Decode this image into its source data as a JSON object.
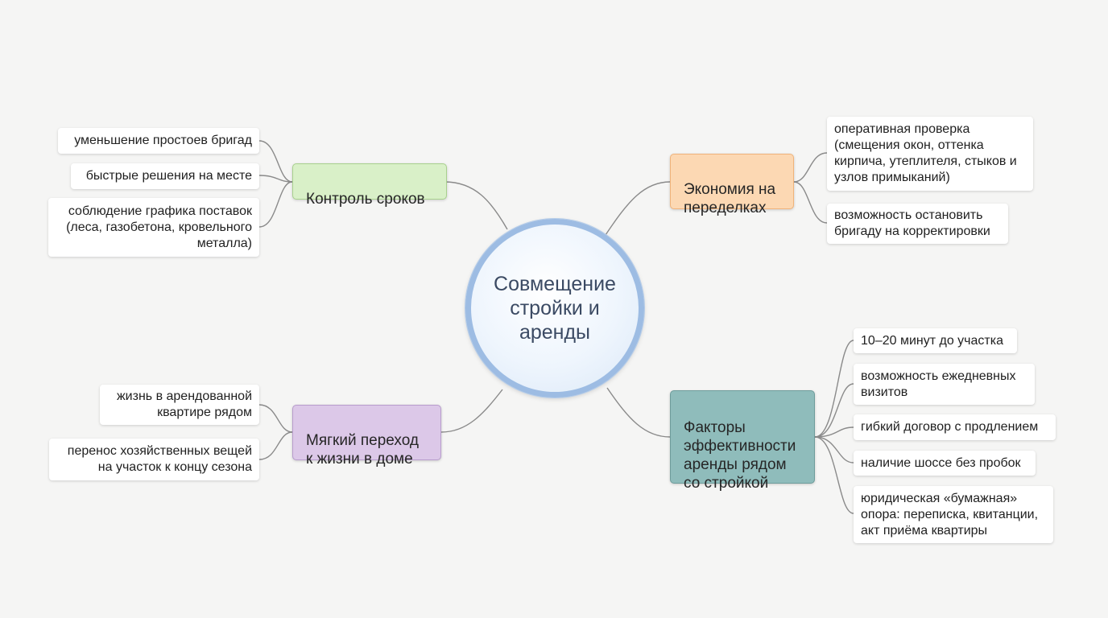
{
  "center": {
    "title": "Совмещение\nстройки и\nаренды",
    "border_color": "#9dbce3"
  },
  "branches": {
    "schedule": {
      "label": "Контроль сроков",
      "color": "#d9f0c8",
      "leaves": [
        "уменьшение простоев бригад",
        "быстрые решения на месте",
        "соблюдение графика поставок\n(леса, газобетона, кровельного\nметалла)"
      ]
    },
    "savings": {
      "label": "Экономия на\nпеределках",
      "color": "#fcd8b3",
      "leaves": [
        "оперативная проверка\n(смещения окон, оттенка\nкирпича, утеплителя, стыков и\nузлов примыканий)",
        "возможность остановить\nбригаду на корректировки"
      ]
    },
    "transition": {
      "label": "Мягкий переход\nк жизни в доме",
      "color": "#dcc8e8",
      "leaves": [
        "жизнь в арендованной\nквартире рядом",
        "перенос хозяйственных вещей\nна участок к концу сезона"
      ]
    },
    "factors": {
      "label": "Факторы\nэффективности\nаренды рядом\nсо стройкой",
      "color": "#8fbcbb",
      "leaves": [
        "10–20 минут до участка",
        "возможность ежедневных\nвизитов",
        "гибкий договор с продлением",
        "наличие шоссе без пробок",
        "юридическая «бумажная»\nопора: переписка, квитанции,\nакт приёма квартиры"
      ]
    }
  }
}
